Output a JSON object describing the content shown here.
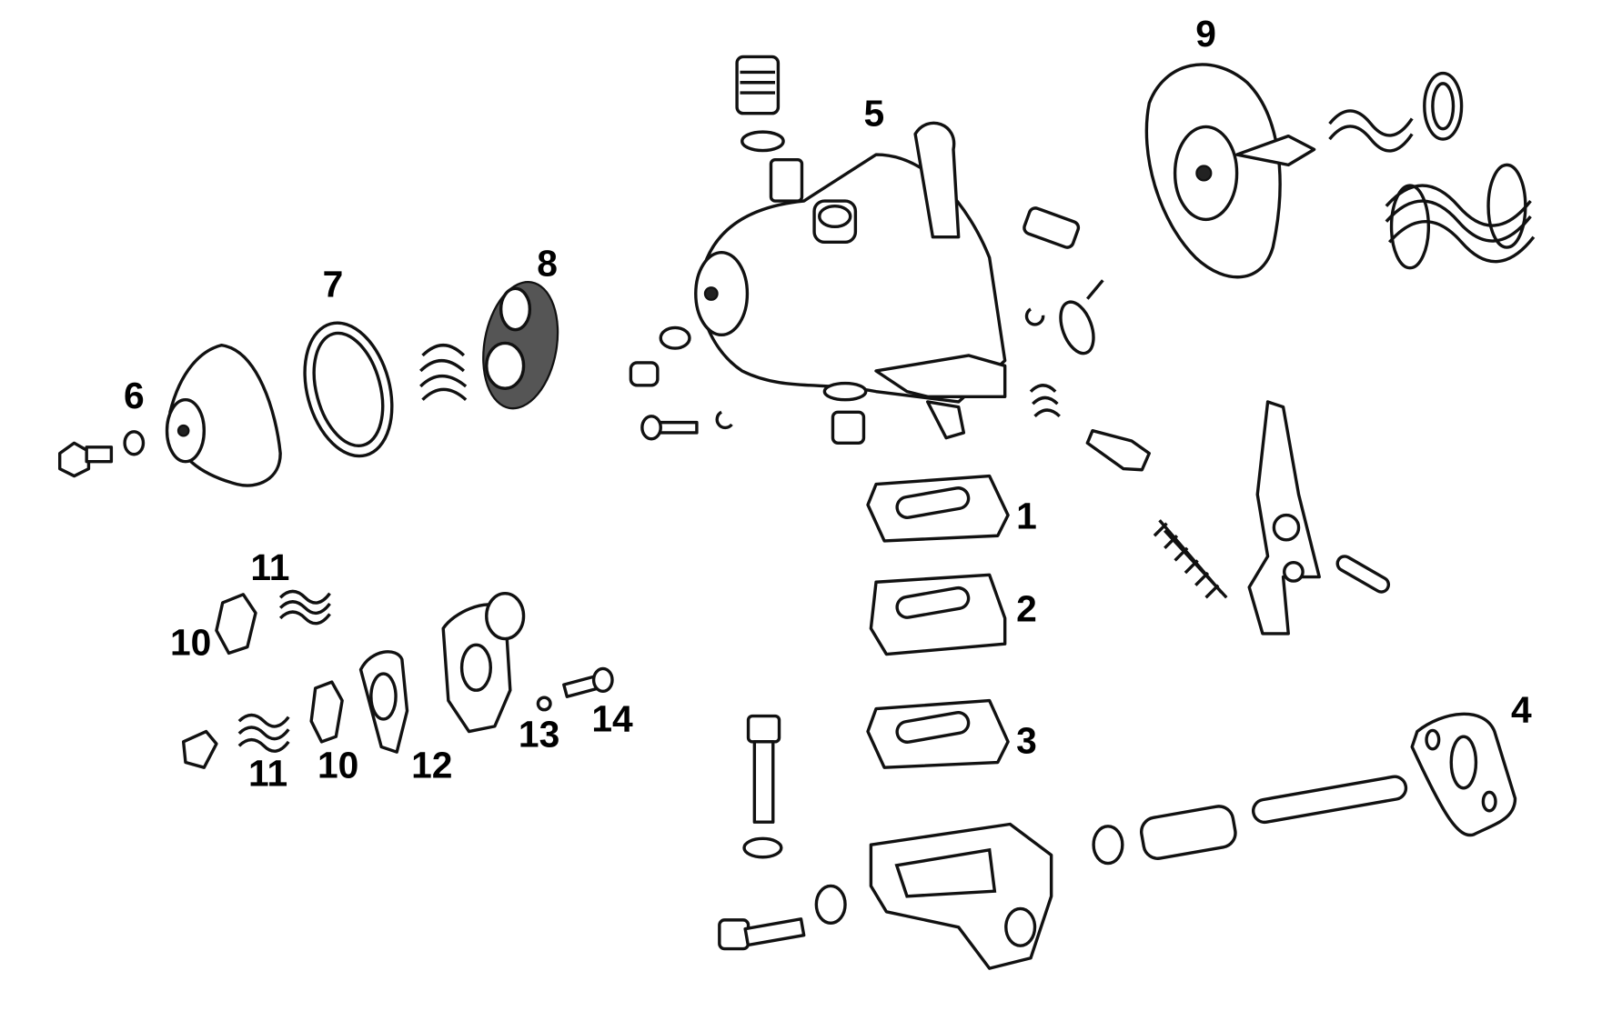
{
  "diagram": {
    "type": "exploded parts diagram",
    "colors": {
      "ink": "#111111",
      "background": "#ffffff"
    },
    "labels": {
      "l1": "1",
      "l2": "2",
      "l3": "3",
      "l4": "4",
      "l5": "5",
      "l6": "6",
      "l7": "7",
      "l8": "8",
      "l9": "9",
      "l10a": "10",
      "l10b": "10",
      "l11a": "11",
      "l11b": "11",
      "l12": "12",
      "l13": "13",
      "l14": "14"
    }
  }
}
